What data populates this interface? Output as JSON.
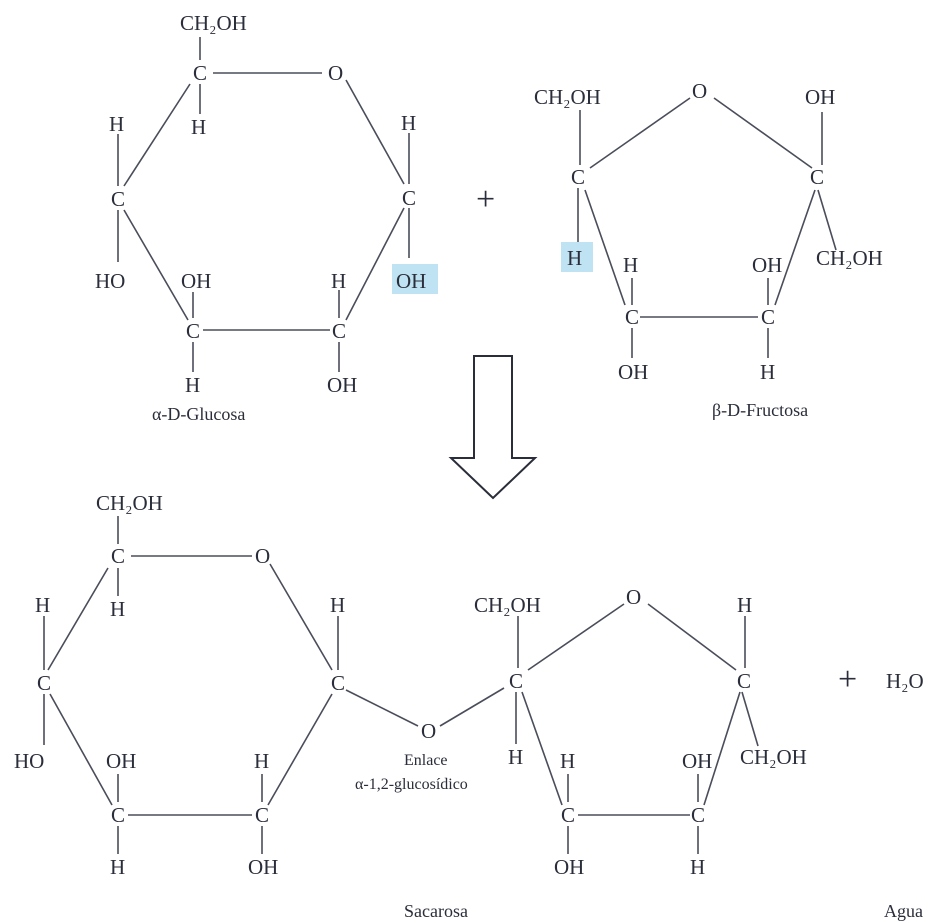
{
  "colors": {
    "highlight": "#bfe3f2",
    "ink": "#2a2d3a"
  },
  "glucose": {
    "ch2oh": "CH₂OH",
    "c5": "C",
    "h5": "H",
    "o_ring": "O",
    "h1": "H",
    "c1": "C",
    "oh1": "OH",
    "h4": "H",
    "c4": "C",
    "ho4": "HO",
    "oh3": "OH",
    "c3": "C",
    "h3": "H",
    "h2": "H",
    "c2": "C",
    "oh2": "OH",
    "caption": "α-D-Glucosa"
  },
  "plus_sign": "+",
  "fructose": {
    "ch2oh_left": "CH₂OH",
    "o_ring": "O",
    "oh_right": "OH",
    "c5": "C",
    "c2": "C",
    "h5": "H",
    "ch2oh_right": "CH₂OH",
    "h4": "H",
    "oh3": "OH",
    "c4": "C",
    "c3": "C",
    "oh4": "OH",
    "h3": "H",
    "caption": "β-D-Fructosa"
  },
  "sucrose": {
    "g_ch2oh": "CH₂OH",
    "g_c5": "C",
    "g_h5": "H",
    "g_o": "O",
    "g_h4": "H",
    "g_c4": "C",
    "g_ho4": "HO",
    "g_h1": "H",
    "g_c1": "C",
    "g_oh3": "OH",
    "g_c3": "C",
    "g_h3": "H",
    "g_h2": "H",
    "g_c2": "C",
    "g_oh2": "OH",
    "bridge_o": "O",
    "link_label_1": "Enlace",
    "link_label_2": "α-1,2-glucosídico",
    "f_ch2oh": "CH₂OH",
    "f_o": "O",
    "f_h_right": "H",
    "f_c5": "C",
    "f_h5": "H",
    "f_c2": "C",
    "f_h4": "H",
    "f_oh3": "OH",
    "f_ch2oh_right": "CH₂OH",
    "f_c4": "C",
    "f_c3": "C",
    "f_oh4": "OH",
    "f_h3": "H",
    "caption": "Sacarosa"
  },
  "water": {
    "plus": "+",
    "formula": "H₂O",
    "caption": "Agua"
  }
}
